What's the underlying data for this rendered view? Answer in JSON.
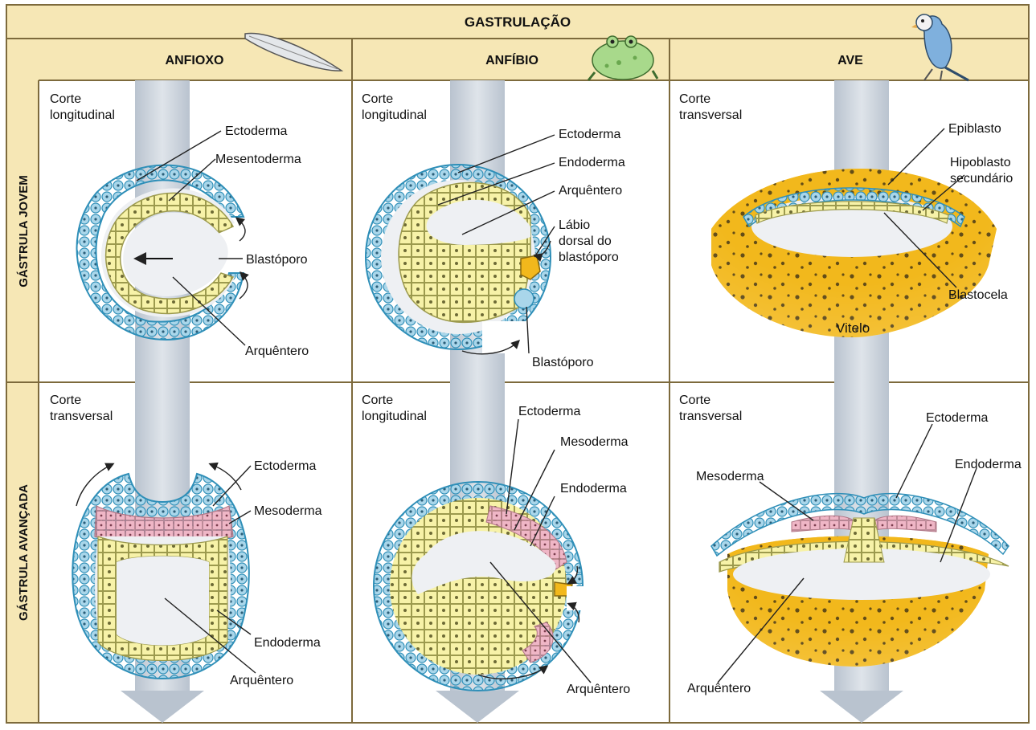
{
  "title": "GASTRULAÇÃO",
  "columns": {
    "anfioxo": "ANFIOXO",
    "anfibio": "ANFÍBIO",
    "ave": "AVE"
  },
  "rows": {
    "jovem": "GÁSTRULA JOVEM",
    "avancada": "GÁSTRULA AVANÇADA"
  },
  "panels": {
    "anfioxo_jovem": {
      "section": [
        "Corte",
        "longitudinal"
      ],
      "ectoderma": "Ectoderma",
      "mesentoderma": "Mesentoderma",
      "blastoporo": "Blastóporo",
      "arquentero": "Arquêntero"
    },
    "anfibio_jovem": {
      "section": [
        "Corte",
        "longitudinal"
      ],
      "ectoderma": "Ectoderma",
      "endoderma": "Endoderma",
      "arquentero": "Arquêntero",
      "labio": [
        "Lábio",
        "dorsal do",
        "blastóporo"
      ],
      "blastoporo": "Blastóporo"
    },
    "ave_jovem": {
      "section": [
        "Corte",
        "transversal"
      ],
      "epiblasto": "Epiblasto",
      "hipoblasto": [
        "Hipoblasto",
        "secundário"
      ],
      "blastocela": "Blastocela",
      "vitelo": "Vitelo"
    },
    "anfioxo_avancada": {
      "section": [
        "Corte",
        "transversal"
      ],
      "ectoderma": "Ectoderma",
      "mesoderma": "Mesoderma",
      "endoderma": "Endoderma",
      "arquentero": "Arquêntero"
    },
    "anfibio_avancada": {
      "section": [
        "Corte",
        "longitudinal"
      ],
      "ectoderma": "Ectoderma",
      "mesoderma": "Mesoderma",
      "endoderma": "Endoderma",
      "arquentero": "Arquêntero"
    },
    "ave_avancada": {
      "section": [
        "Corte",
        "transversal"
      ],
      "ectoderma": "Ectoderma",
      "mesoderma": "Mesoderma",
      "endoderma": "Endoderma",
      "arquentero": "Arquêntero"
    }
  },
  "colors": {
    "header_bg": "#f6e7b5",
    "grid_line": "#7d6a3c",
    "ectoderm": "#a9d6ea",
    "ectoderm_dark": "#2f8fb8",
    "endoderm": "#f7f2a8",
    "endoderm_dark": "#9c9a4e",
    "mesoderm": "#efb6c6",
    "yolk": "#f2b81c",
    "cavity": "#eef0f3",
    "flow_arrow": "#c6ced8"
  }
}
